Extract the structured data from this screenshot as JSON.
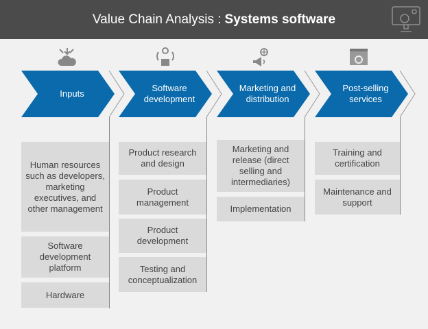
{
  "header": {
    "title_prefix": "Value Chain Analysis :",
    "title_bold": "Systems software"
  },
  "stages": [
    {
      "label": "Inputs",
      "icon": "cloud-input-icon",
      "items": [
        "Human resources such as developers, marketing executives, and other management",
        "Software development platform",
        "Hardware"
      ]
    },
    {
      "label": "Software development",
      "icon": "software-cycle-icon",
      "items": [
        "Product research and design",
        "Product management",
        "Product development",
        "Testing and conceptualization"
      ]
    },
    {
      "label": "Marketing and distribution",
      "icon": "megaphone-globe-icon",
      "items": [
        "Marketing and release (direct selling and intermediaries)",
        "Implementation"
      ]
    },
    {
      "label": "Post-selling services",
      "icon": "service-window-icon",
      "items": [
        "Training and certification",
        "Maintenance and support"
      ]
    }
  ],
  "colors": {
    "chevron": "#0a6aab",
    "header": "#4b4b4b",
    "box": "#dadada"
  }
}
